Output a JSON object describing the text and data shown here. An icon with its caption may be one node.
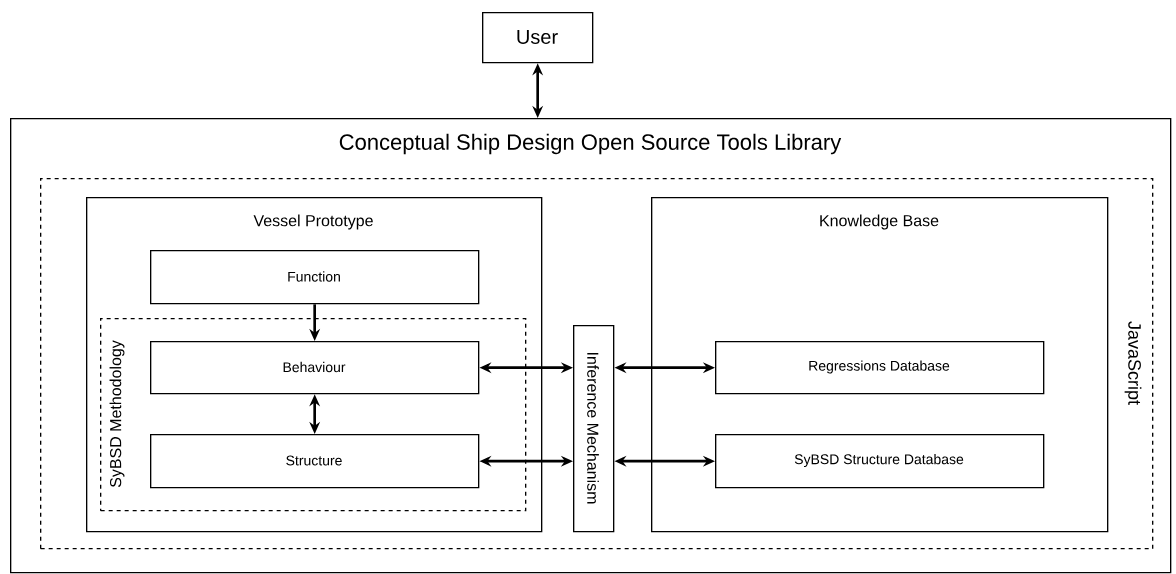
{
  "diagram": {
    "nodes": [
      {
        "text": [
          "User"
        ]
      },
      {
        "text": [
          "Conceptual Ship Design Open Source Tools Library"
        ]
      },
      {
        "text": [
          "JavaScript"
        ],
        "in": 1
      },
      {
        "text": [
          "Vessel Prototype"
        ],
        "in": 2
      },
      {
        "text": [
          "Function"
        ],
        "in": 3
      },
      {
        "text": [
          "SyBSD Methodology"
        ],
        "in": 3
      },
      {
        "text": [
          "Behaviour"
        ],
        "in": 5
      },
      {
        "text": [
          "Structure"
        ],
        "in": 5
      },
      {
        "text": [
          "Inference Mechanism"
        ],
        "in": 2
      },
      {
        "text": [
          "Knowledge Base"
        ],
        "in": 2
      },
      {
        "text": [
          "Regressions Database"
        ],
        "in": 9
      },
      {
        "text": [
          "SyBSD Structure Database"
        ],
        "in": 9
      }
    ],
    "edges": [
      {
        "from": 0,
        "to": 1,
        "arrow": "both"
      },
      {
        "from": 4,
        "to": 6,
        "arrow": "to"
      },
      {
        "from": 6,
        "to": 7,
        "arrow": "both"
      },
      {
        "from": 6,
        "to": 8,
        "arrow": "both"
      },
      {
        "from": 7,
        "to": 8,
        "arrow": "both"
      },
      {
        "from": 8,
        "to": 10,
        "arrow": "both"
      },
      {
        "from": 8,
        "to": 11,
        "arrow": "both"
      }
    ]
  }
}
